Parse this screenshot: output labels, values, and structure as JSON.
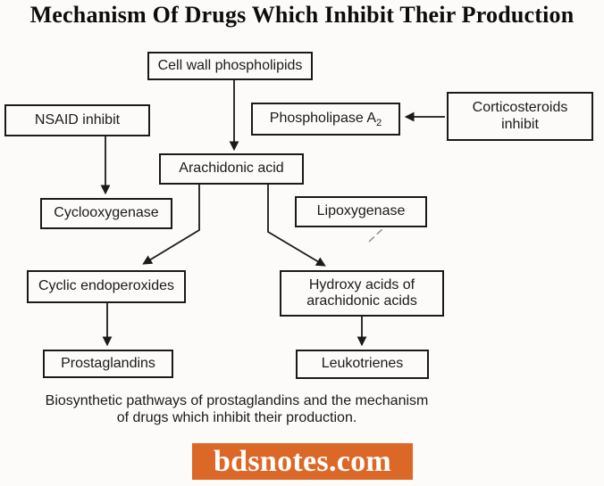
{
  "title": "Mechanism Of Drugs Which Inhibit Their Production",
  "nodes": {
    "cell_wall": {
      "label": "Cell wall phospholipids"
    },
    "nsaid": {
      "label": "NSAID inhibit"
    },
    "phospholipase": {
      "main": "Phospholipase A",
      "sub": "2"
    },
    "corticosteroids": {
      "line1": "Corticosteroids",
      "line2": "inhibit"
    },
    "arachidonic": {
      "label": "Arachidonic acid"
    },
    "cyclooxygenase": {
      "label": "Cyclooxygenase"
    },
    "lipoxygenase": {
      "label": "Lipoxygenase"
    },
    "cyclic_endoperoxides": {
      "label": "Cyclic endoperoxides"
    },
    "hydroxy_acids": {
      "line1": "Hydroxy acids of",
      "line2": "arachidonic acids"
    },
    "prostaglandins": {
      "label": "Prostaglandins"
    },
    "leukotrienes": {
      "label": "Leukotrienes"
    }
  },
  "caption": {
    "line1": "Biosynthetic pathways of prostaglandins and the mechanism",
    "line2": "of drugs which inhibit their production."
  },
  "footer": {
    "text": "bdsnotes.com"
  },
  "colors": {
    "accent_orange": "#DC6827",
    "line_black": "#1a1a1a",
    "background": "#fcfbfa"
  }
}
